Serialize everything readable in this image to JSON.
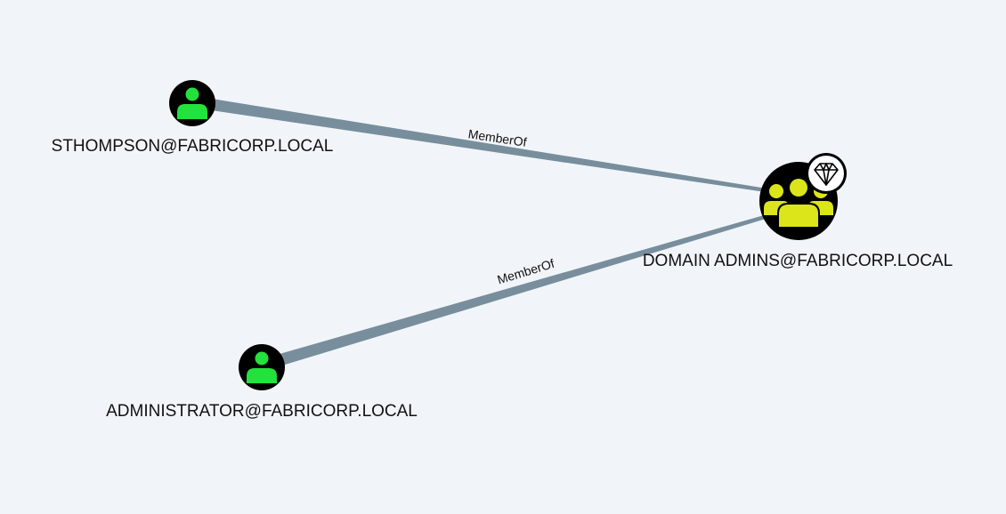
{
  "graph": {
    "background_color": "#f1f5fa",
    "edge_color": "#788e9c",
    "nodes": [
      {
        "id": "sthompson",
        "label": "STHOMPSON@FABRICORP.LOCAL",
        "kind": "user",
        "icon": "user-icon",
        "icon_color": "#22e23b"
      },
      {
        "id": "administrator",
        "label": "ADMINISTRATOR@FABRICORP.LOCAL",
        "kind": "user",
        "icon": "user-icon",
        "icon_color": "#22e23b"
      },
      {
        "id": "domain_admins",
        "label": "DOMAIN ADMINS@FABRICORP.LOCAL",
        "kind": "group",
        "icon": "group-icon",
        "icon_color": "#dbe51a",
        "badge": "diamond-icon"
      }
    ],
    "edges": [
      {
        "from": "sthompson",
        "to": "domain_admins",
        "label": "MemberOf"
      },
      {
        "from": "administrator",
        "to": "domain_admins",
        "label": "MemberOf"
      }
    ]
  }
}
